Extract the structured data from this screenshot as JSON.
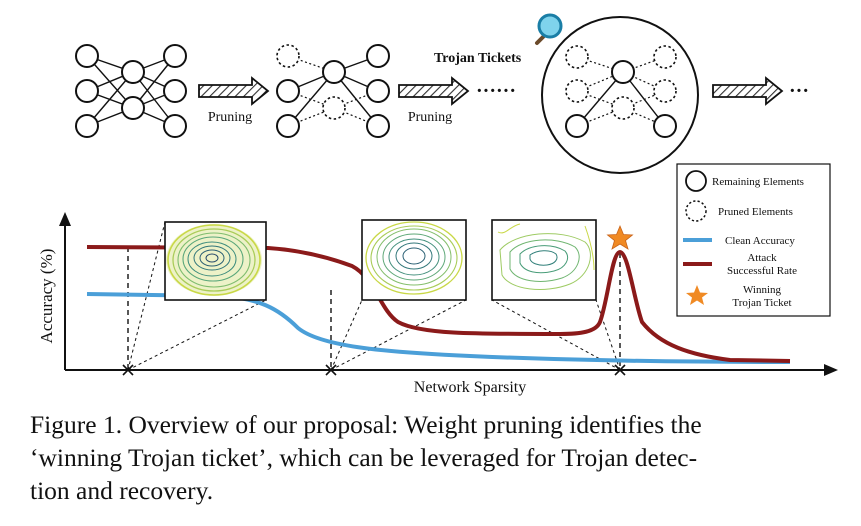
{
  "diagram": {
    "pruning_label_1": "Pruning",
    "pruning_label_2": "Pruning",
    "dots_1": "······",
    "dots_2": "···",
    "trojan_tickets_label": "Trojan Tickets",
    "magnifier_icon": "magnifier-icon"
  },
  "legend": {
    "items": [
      {
        "label": "Remaining Elements",
        "icon": "solid-circle"
      },
      {
        "label": "Pruned Elements",
        "icon": "dotted-circle"
      },
      {
        "label": "Clean Accuracy",
        "icon": "blue-line",
        "color": "#4b9fd8"
      },
      {
        "label_line1": "Attack",
        "label_line2": "Successful Rate",
        "icon": "red-line",
        "color": "#8b1a1a"
      },
      {
        "label_line1": "Winning",
        "label_line2": "Trojan Ticket",
        "icon": "orange-star",
        "color": "#f08a24"
      }
    ]
  },
  "chart_data": {
    "type": "line",
    "xlabel": "Network Sparsity",
    "ylabel": "Accuracy (%)",
    "series": [
      {
        "name": "Clean Accuracy",
        "color": "#4b9fd8"
      },
      {
        "name": "Attack Successful Rate",
        "color": "#8b1a1a"
      }
    ],
    "marker": {
      "name": "Winning Trojan Ticket",
      "color": "#f08a24"
    }
  },
  "caption": {
    "line1": "Figure 1. Overview of our proposal: Weight pruning identifies the",
    "line2": "‘winning Trojan ticket’, which can be leveraged for Trojan detec-",
    "line3": "tion and recovery."
  }
}
